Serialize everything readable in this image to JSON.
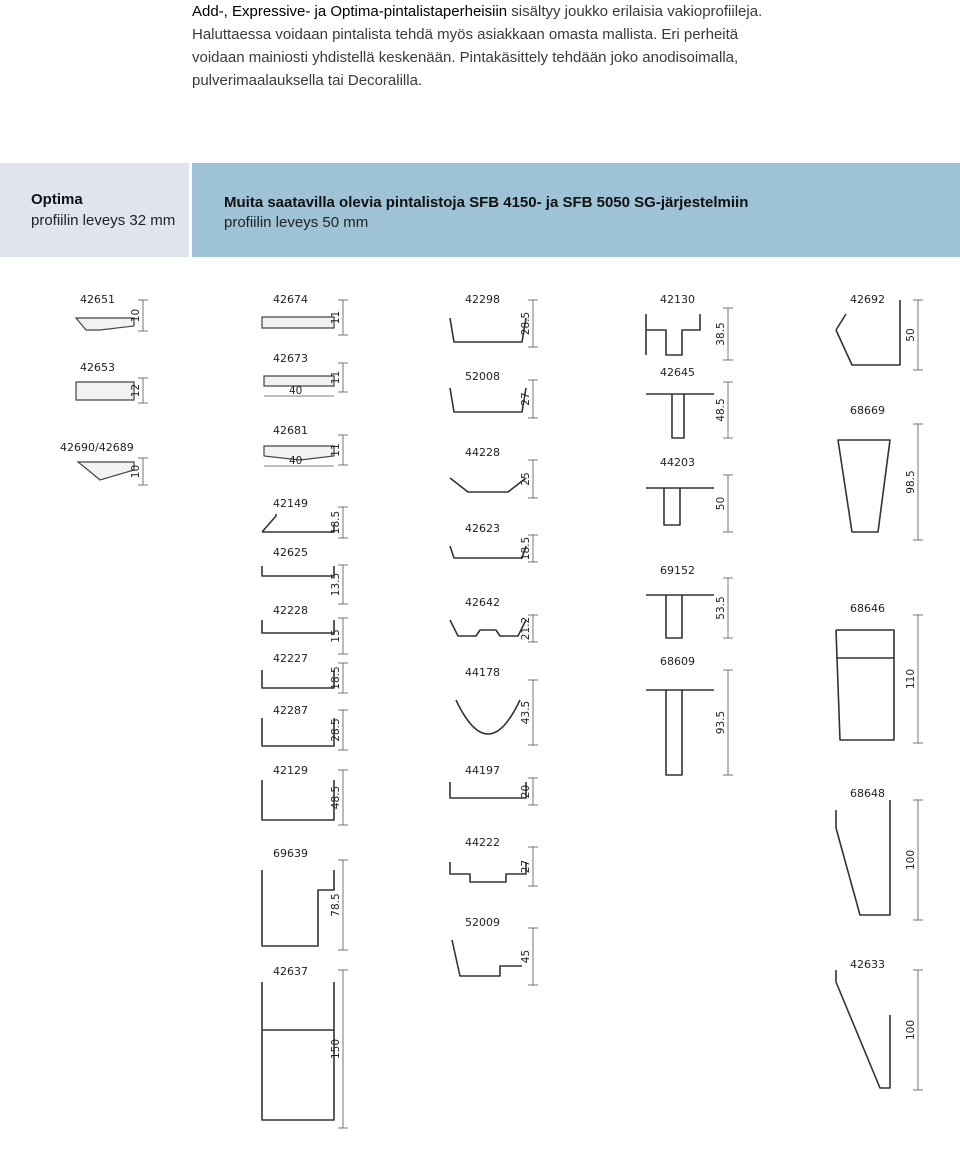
{
  "intro": {
    "lead": "Add-, Expressive- ja Optima-pintalistaperheisiin",
    "rest": " sisältyy joukko erilaisia vakioprofiileja. Haluttaessa voidaan pintalista tehdä myös asiakkaan omasta mallista. Eri perheitä voidaan mainiosti yhdistellä keskenään. Pintakäsittely tehdään joko anodisoimalla, pulverimaalauksella tai Decoralilla."
  },
  "band": {
    "left_title": "Optima",
    "left_sub": "profiilin leveys 32 mm",
    "right_title": "Muita saatavilla olevia pintalistoja SFB 4150- ja SFB 5050 SG-järjestelmiin",
    "right_sub": "profiilin leveys 50 mm"
  },
  "profiles": [
    {
      "code": "42651",
      "dim": "10"
    },
    {
      "code": "42653",
      "dim": "12"
    },
    {
      "code": "42690/42689",
      "dim": "10"
    },
    {
      "code": "42674",
      "dim": "11"
    },
    {
      "code": "42673",
      "dim": "11",
      "width": "40"
    },
    {
      "code": "42681",
      "dim": "11",
      "width": "40"
    },
    {
      "code": "42149",
      "dim": "18.5"
    },
    {
      "code": "42625",
      "dim": "13.5"
    },
    {
      "code": "42228",
      "dim": "15"
    },
    {
      "code": "42227",
      "dim": "18.5"
    },
    {
      "code": "42287",
      "dim": "28.5"
    },
    {
      "code": "42129",
      "dim": "48.5"
    },
    {
      "code": "69639",
      "dim": "78.5"
    },
    {
      "code": "42637",
      "dim": "150"
    },
    {
      "code": "42298",
      "dim": "28.5"
    },
    {
      "code": "52008",
      "dim": "27"
    },
    {
      "code": "44228",
      "dim": "25"
    },
    {
      "code": "42623",
      "dim": "18.5"
    },
    {
      "code": "42642",
      "dim": "21.2"
    },
    {
      "code": "44178",
      "dim": "43.5"
    },
    {
      "code": "44197",
      "dim": "20"
    },
    {
      "code": "44222",
      "dim": "27"
    },
    {
      "code": "52009",
      "dim": "45"
    },
    {
      "code": "42130",
      "dim": "38.5"
    },
    {
      "code": "42645",
      "dim": "48.5"
    },
    {
      "code": "44203",
      "dim": "50"
    },
    {
      "code": "69152",
      "dim": "53.5"
    },
    {
      "code": "68609",
      "dim": "93.5"
    },
    {
      "code": "42692",
      "dim": "50"
    },
    {
      "code": "68669",
      "dim": "98.5"
    },
    {
      "code": "68646",
      "dim": "110"
    },
    {
      "code": "68648",
      "dim": "100"
    },
    {
      "code": "42633",
      "dim": "100"
    }
  ]
}
